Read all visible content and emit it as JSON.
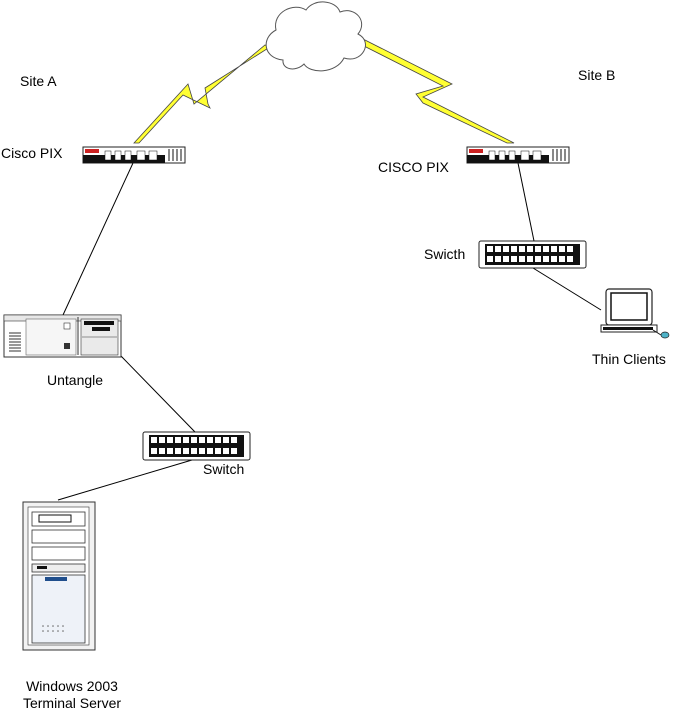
{
  "sites": {
    "site_a": "Site A",
    "site_b": "Site B"
  },
  "devices": {
    "pix_a": "Cisco PIX",
    "pix_b": "CISCO PIX",
    "switch_b": "Swicth",
    "thin_clients": "Thin Clients",
    "untangle": "Untangle",
    "switch_a": "Switch",
    "server_line1": "Windows 2003",
    "server_line2": "Terminal Server"
  },
  "colors": {
    "wan_link": "#ffff33",
    "line": "#000000",
    "device_body": "#ffffff",
    "device_dark": "#111111",
    "device_gray": "#d9d9d9",
    "accent_red": "#cc2222",
    "accent_blue": "#1f4e8c",
    "accent_cyan": "#4fb3c8"
  },
  "icons": {
    "wan": "cloud-icon",
    "lightning": "lightning-bolt-icon",
    "firewall": "firewall-icon",
    "switch": "switch-icon",
    "pc": "desktop-pc-icon",
    "server": "tower-server-icon",
    "terminal": "thin-client-icon"
  }
}
